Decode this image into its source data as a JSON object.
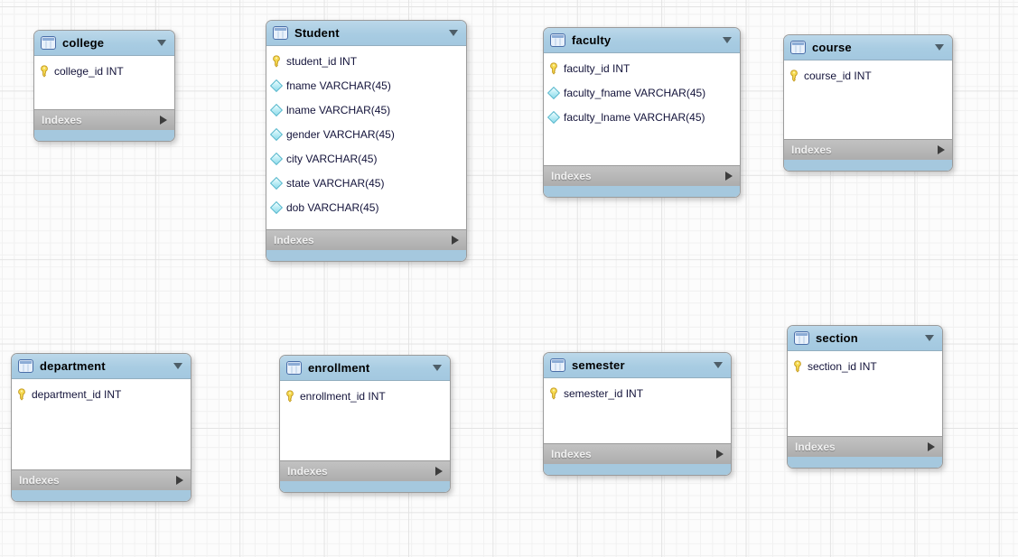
{
  "diagram": {
    "tool": "eer-diagram-canvas",
    "labels": {
      "indexes": "Indexes"
    },
    "colors": {
      "table_header_blue": "#a8cce2",
      "table_footer_blue": "#a5c8de",
      "indexes_bar_gray": "#b5b5b5",
      "table_body_white": "#ffffff",
      "table_border_gray": "#9b9b9b",
      "grid_minor": "#f1f1f1",
      "grid_major": "#e3e3e3",
      "primary_key_yellow": "#f5d94f",
      "attribute_diamond_cyan": "#8fdcec"
    },
    "tables": [
      {
        "name": "college",
        "columns": [
          {
            "icon": "primary-key",
            "label": "college_id INT"
          }
        ]
      },
      {
        "name": "Student",
        "columns": [
          {
            "icon": "primary-key",
            "label": "student_id INT"
          },
          {
            "icon": "attribute",
            "label": "fname VARCHAR(45)"
          },
          {
            "icon": "attribute",
            "label": "lname VARCHAR(45)"
          },
          {
            "icon": "attribute",
            "label": "gender VARCHAR(45)"
          },
          {
            "icon": "attribute",
            "label": "city VARCHAR(45)"
          },
          {
            "icon": "attribute",
            "label": "state VARCHAR(45)"
          },
          {
            "icon": "attribute",
            "label": "dob VARCHAR(45)"
          }
        ]
      },
      {
        "name": "faculty",
        "columns": [
          {
            "icon": "primary-key",
            "label": "faculty_id INT"
          },
          {
            "icon": "attribute",
            "label": "faculty_fname VARCHAR(45)"
          },
          {
            "icon": "attribute",
            "label": "faculty_lname VARCHAR(45)"
          }
        ]
      },
      {
        "name": "course",
        "columns": [
          {
            "icon": "primary-key",
            "label": "course_id INT"
          }
        ]
      },
      {
        "name": "department",
        "columns": [
          {
            "icon": "primary-key",
            "label": "department_id INT"
          }
        ]
      },
      {
        "name": "enrollment",
        "columns": [
          {
            "icon": "primary-key",
            "label": "enrollment_id INT"
          }
        ]
      },
      {
        "name": "semester",
        "columns": [
          {
            "icon": "primary-key",
            "label": "semester_id INT"
          }
        ]
      },
      {
        "name": "section",
        "columns": [
          {
            "icon": "primary-key",
            "label": "section_id INT"
          }
        ]
      }
    ]
  }
}
